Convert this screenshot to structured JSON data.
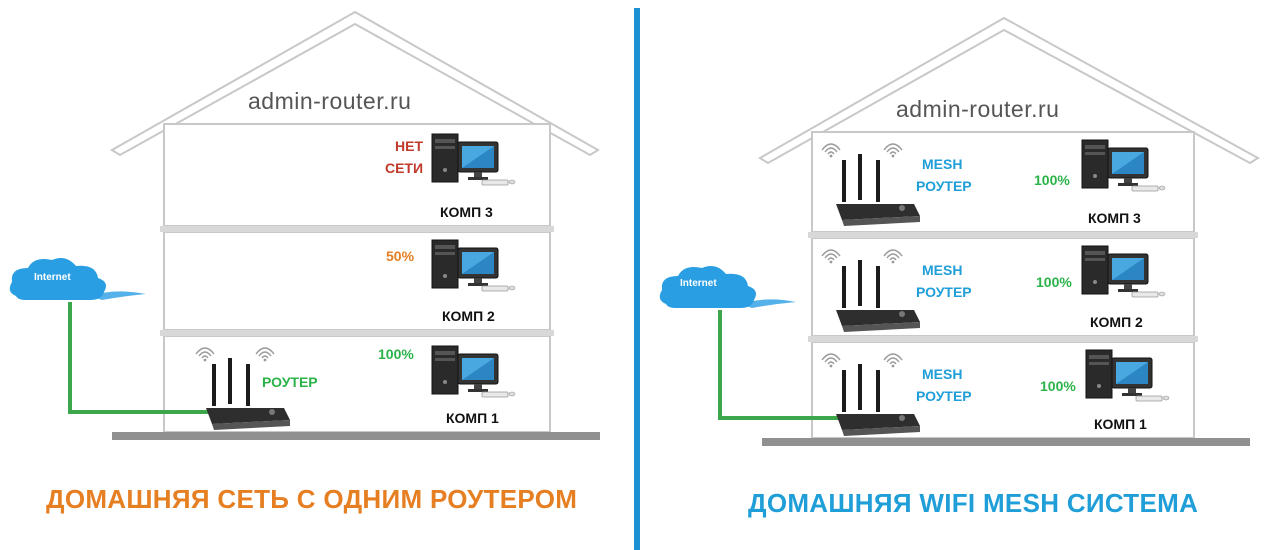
{
  "colors": {
    "orange": "#e67e22",
    "blue": "#1f9ed8",
    "green": "#2bb34a",
    "red": "#c0392b",
    "cable": "#3ba64a",
    "divider": "#1e90d4",
    "ground": "#909090"
  },
  "left": {
    "watermark": "admin-router.ru",
    "cloud_label": "Internet",
    "router_label": "РОУТЕР",
    "floors": [
      {
        "comp": "КОМП 3",
        "signal": "НЕТ\nСЕТИ",
        "signal_line1": "НЕТ",
        "signal_line2": "СЕТИ"
      },
      {
        "comp": "КОМП 2",
        "signal": "50%"
      },
      {
        "comp": "КОМП 1",
        "signal": "100%"
      }
    ],
    "caption": "ДОМАШНЯЯ СЕТЬ С ОДНИМ РОУТЕРОМ"
  },
  "right": {
    "watermark": "admin-router.ru",
    "cloud_label": "Internet",
    "floors": [
      {
        "router_line1": "MESH",
        "router_line2": "РОУТЕР",
        "comp": "КОМП 3",
        "signal": "100%"
      },
      {
        "router_line1": "MESH",
        "router_line2": "РОУТЕР",
        "comp": "КОМП 2",
        "signal": "100%"
      },
      {
        "router_line1": "MESH",
        "router_line2": "РОУТЕР",
        "comp": "КОМП 1",
        "signal": "100%"
      }
    ],
    "caption": "ДОМАШНЯЯ WIFI MESH СИСТЕМА"
  },
  "icons": [
    "cloud-icon",
    "router-icon",
    "computer-icon",
    "wifi-icon"
  ]
}
